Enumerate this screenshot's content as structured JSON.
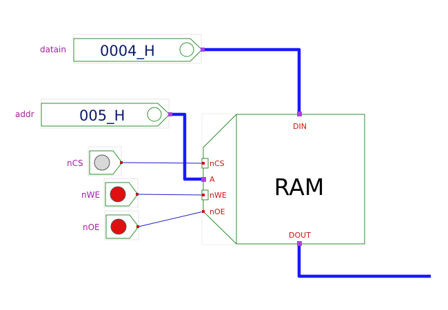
{
  "colors": {
    "bus": "#1a1aff",
    "wire": "#1a1acc",
    "component_border": "#2e8b2e",
    "io_label": "#a020a0",
    "pin_label": "#cc1111",
    "value_text": "#0a1a6a",
    "pin_marker": "#aa44dd",
    "led_off": "#d8d8d8",
    "led_on": "#e01010"
  },
  "inputs": {
    "datain": {
      "label": "datain",
      "value": "0004_H"
    },
    "addr": {
      "label": "addr",
      "value": "005_H"
    }
  },
  "switches": [
    {
      "label": "nCS",
      "state": "off"
    },
    {
      "label": "nWE",
      "state": "on"
    },
    {
      "label": "nOE",
      "state": "on"
    }
  ],
  "ram": {
    "title": "RAM",
    "pins": {
      "din": "DIN",
      "dout": "DOUT",
      "ncs": "nCS",
      "a": "A",
      "nwe": "nWE",
      "noe": "nOE"
    }
  }
}
